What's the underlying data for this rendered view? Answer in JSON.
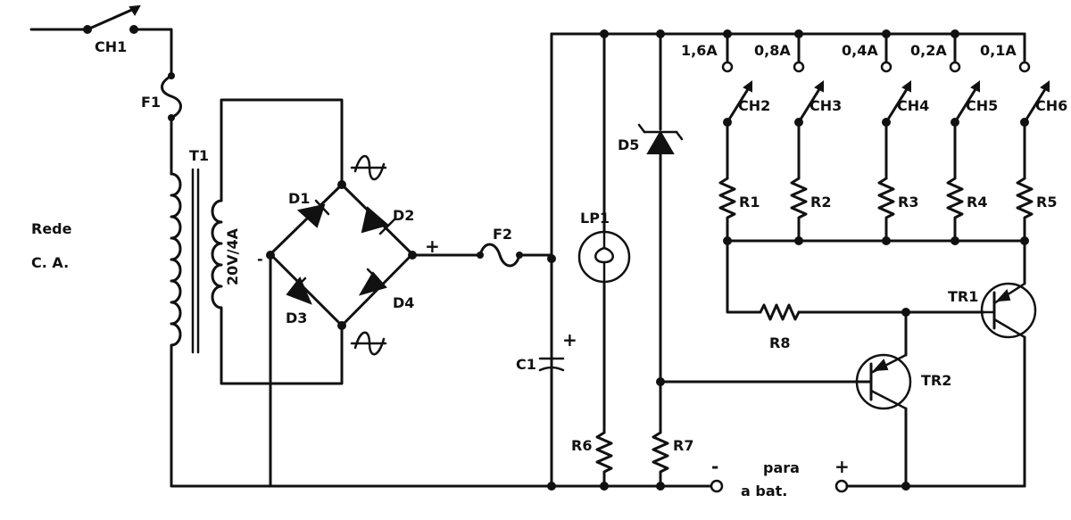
{
  "labels": {
    "ch1": "CH1",
    "f1": "F1",
    "t1": "T1",
    "rede_line1": "Rede",
    "rede_line2": "C. A.",
    "secondary": "20V/4A",
    "minus_bridge": "-",
    "d1": "D1",
    "d2": "D2",
    "d3": "D3",
    "d4": "D4",
    "plus_bridge": "+",
    "f2": "F2",
    "lp1": "LP1",
    "d5": "D5",
    "c1": "C1",
    "c1_plus": "+",
    "r6": "R6",
    "r7": "R7",
    "r1": "R1",
    "r2": "R2",
    "r3": "R3",
    "r4": "R4",
    "r5": "R5",
    "r8": "R8",
    "tr1": "TR1",
    "tr2": "TR2",
    "ch2": "CH2",
    "ch3": "CH3",
    "ch4": "CH4",
    "ch5": "CH5",
    "ch6": "CH6",
    "range_16": "1,6A",
    "range_08": "0,8A",
    "range_04": "0,4A",
    "range_02": "0,2A",
    "range_01": "0,1A",
    "out_minus": "-",
    "out_plus": "+",
    "para_line1": "para",
    "para_line2": "a bat."
  }
}
